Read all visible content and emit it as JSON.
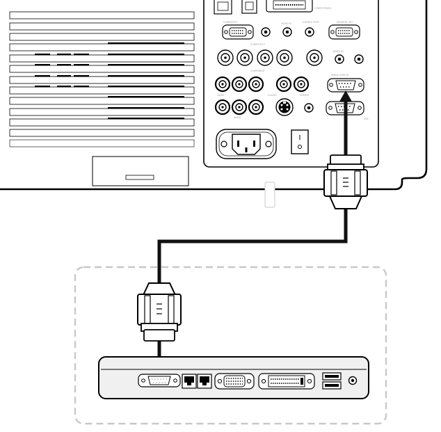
{
  "projector": {
    "panel_labels": [
      "COMPUTER/DVI",
      "MONITOR OUT",
      "COMPUTER 1",
      "AUDIO IN",
      "RGB/DVI",
      "CONTROL PORT",
      "COMPUTER 2",
      "COMPONENT",
      "SERIAL PORT IN",
      "VIDEO",
      "S-VIDEO",
      "AUDIO",
      "SCREEN",
      "USB"
    ]
  },
  "colors": {
    "line": "#000000",
    "cable": "#111111",
    "dashed_border": "#c8c8c8",
    "laptop_fill": "#f0f0f0"
  },
  "icons": [
    "serial-port-icon",
    "vga-port-icon",
    "dvi-port-icon",
    "rca-jack-icon",
    "svideo-port-icon",
    "ac-inlet-icon",
    "power-switch-icon",
    "network-port-icon",
    "usb-port-icon",
    "audio-jack-icon",
    "db9-plug-icon"
  ]
}
